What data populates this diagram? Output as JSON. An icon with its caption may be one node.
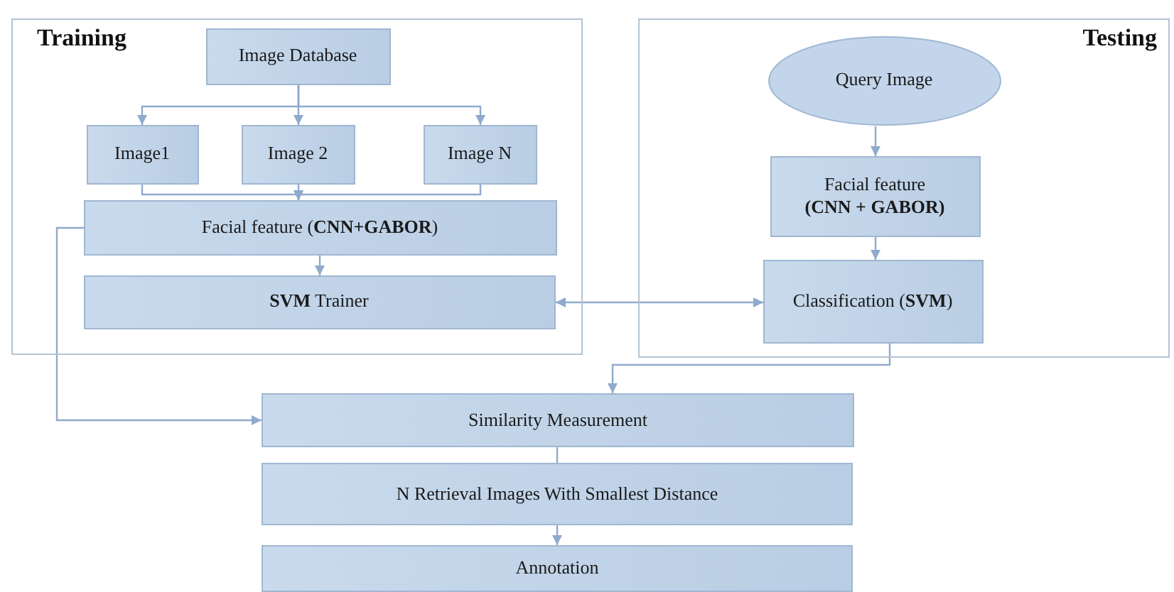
{
  "diagram": {
    "nodes": [
      {
        "text": [
          "Training"
        ]
      },
      {
        "text": [
          "Image Database"
        ],
        "in": 0
      },
      {
        "text": [
          "Image1"
        ],
        "in": 0
      },
      {
        "text": [
          "Image 2"
        ],
        "in": 0
      },
      {
        "text": [
          "Image N"
        ],
        "in": 0
      },
      {
        "text": [
          "Facial feature (**CNN+GABOR**)"
        ],
        "in": 0
      },
      {
        "text": [
          "**SVM** Trainer"
        ],
        "in": 0
      },
      {
        "text": [
          "Testing"
        ]
      },
      {
        "text": [
          "Query Image"
        ],
        "in": 7
      },
      {
        "text": [
          "Facial feature **(CNN + GABOR)**"
        ],
        "in": 7
      },
      {
        "text": [
          "Classification (**SVM**)"
        ],
        "in": 7
      },
      {
        "text": [
          "Similarity Measurement"
        ]
      },
      {
        "text": [
          "N Retrieval Images With Smallest Distance"
        ]
      },
      {
        "text": [
          "Annotation"
        ]
      }
    ],
    "edges": [
      {
        "from": 1,
        "to": 2,
        "arrow": "to"
      },
      {
        "from": 1,
        "to": 3,
        "arrow": "to"
      },
      {
        "from": 1,
        "to": 4,
        "arrow": "to"
      },
      {
        "from": 2,
        "to": 5,
        "arrow": "to"
      },
      {
        "from": 3,
        "to": 5,
        "arrow": "to"
      },
      {
        "from": 4,
        "to": 5,
        "arrow": "to"
      },
      {
        "from": 5,
        "to": 6,
        "arrow": "to"
      },
      {
        "from": 6,
        "to": 10,
        "arrow": "both"
      },
      {
        "from": 8,
        "to": 9,
        "arrow": "to"
      },
      {
        "from": 9,
        "to": 10,
        "arrow": "to"
      },
      {
        "from": 10,
        "to": 11,
        "arrow": "to"
      },
      {
        "from": 5,
        "to": 11,
        "arrow": "to"
      },
      {
        "from": 11,
        "to": 12,
        "arrow": "none"
      },
      {
        "from": 12,
        "to": 13,
        "arrow": "to"
      }
    ]
  }
}
